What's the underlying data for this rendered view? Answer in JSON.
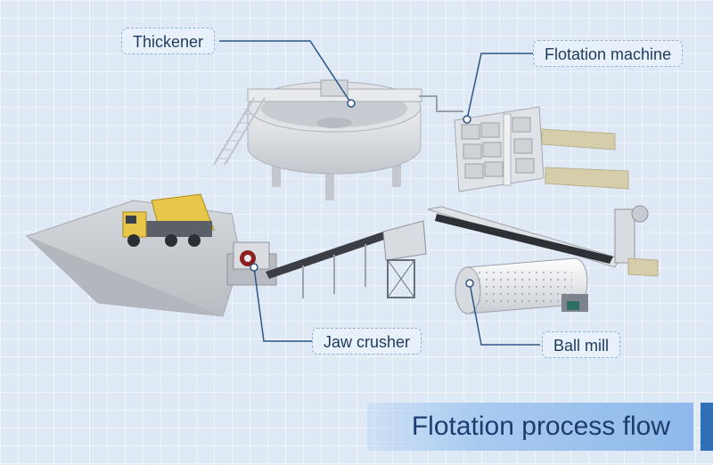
{
  "labels": {
    "thickener": "Thickener",
    "flotation_machine": "Flotation machine",
    "jaw_crusher": "Jaw crusher",
    "ball_mill": "Ball mill"
  },
  "title": "Flotation process flow",
  "colors": {
    "background": "#dfe9f6",
    "label_text": "#1f3a5e",
    "leader_line": "#2d5586",
    "banner_fill": "#8fb9eb",
    "banner_tab": "#2f6fb7",
    "truck_cab": "#e7c64a",
    "ore_pile": "#c9ccd1",
    "conveyor_belt": "#3b3f45"
  }
}
